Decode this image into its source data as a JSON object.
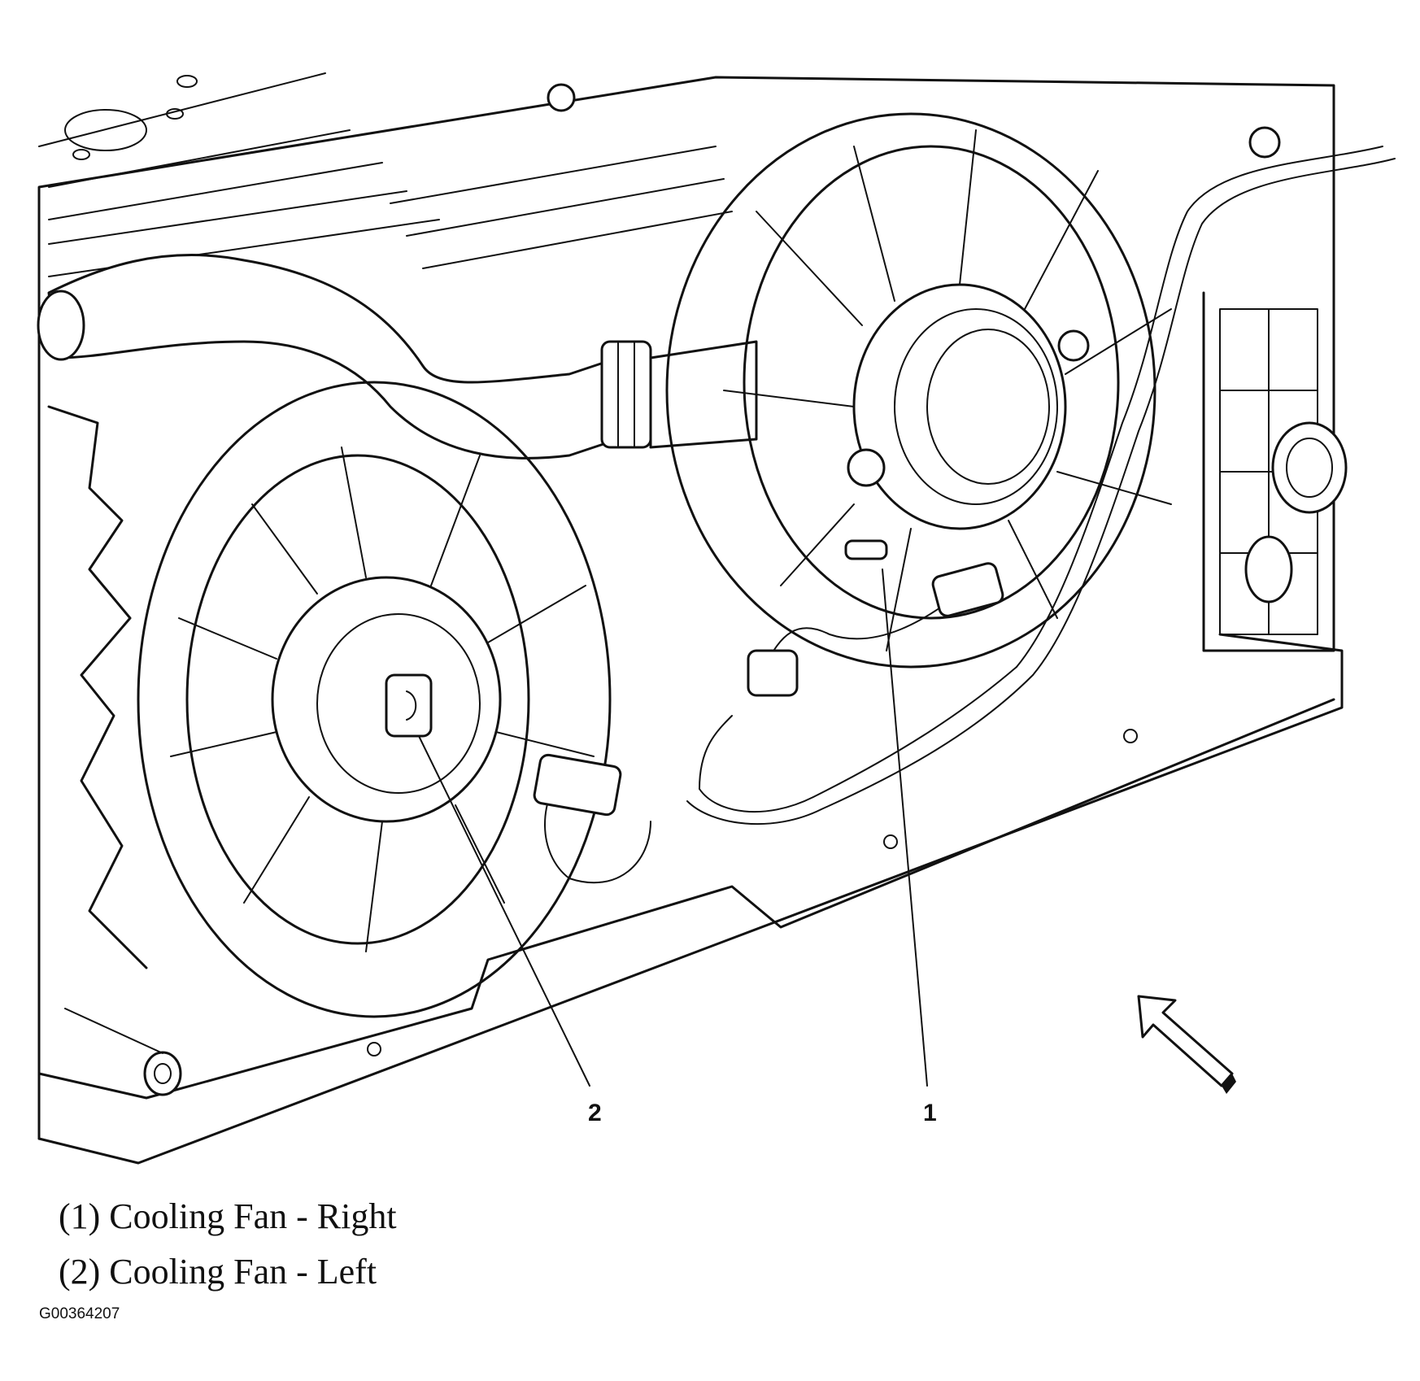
{
  "callouts": [
    {
      "number": "1"
    },
    {
      "number": "2"
    }
  ],
  "legend": [
    {
      "text": "(1) Cooling Fan - Right"
    },
    {
      "text": "(2) Cooling Fan - Left"
    }
  ],
  "figure_id": "G00364207",
  "icons": {
    "direction_arrow": "forward-arrow-icon"
  }
}
